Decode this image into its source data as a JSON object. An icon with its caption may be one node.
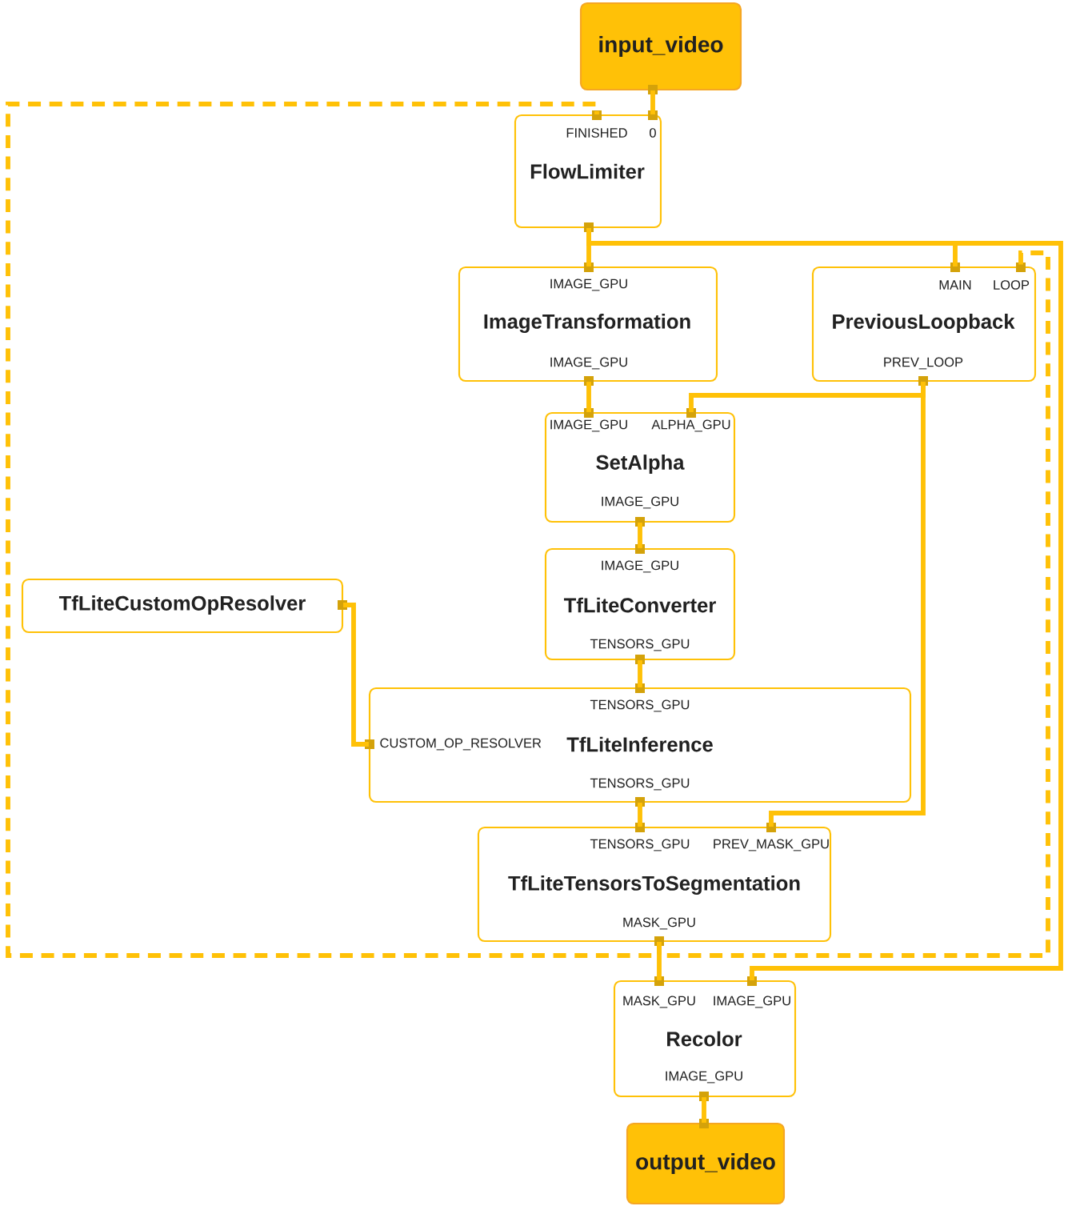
{
  "diagram": {
    "nodes": [
      {
        "text": [
          "input_video"
        ]
      },
      {
        "text": [
          "FINISHED",
          "0",
          "FlowLimiter"
        ]
      },
      {
        "text": [
          "IMAGE_GPU",
          "ImageTransformation",
          "IMAGE_GPU"
        ]
      },
      {
        "text": [
          "MAIN",
          "LOOP",
          "PreviousLoopback",
          "PREV_LOOP"
        ]
      },
      {
        "text": [
          "IMAGE_GPU",
          "ALPHA_GPU",
          "SetAlpha",
          "IMAGE_GPU"
        ]
      },
      {
        "text": [
          "TfLiteCustomOpResolver"
        ]
      },
      {
        "text": [
          "IMAGE_GPU",
          "TfLiteConverter",
          "TENSORS_GPU"
        ]
      },
      {
        "text": [
          "TENSORS_GPU",
          "CUSTOM_OP_RESOLVER",
          "TfLiteInference",
          "TENSORS_GPU"
        ]
      },
      {
        "text": [
          "TENSORS_GPU",
          "PREV_MASK_GPU",
          "TfLiteTensorsToSegmentation",
          "MASK_GPU"
        ]
      },
      {
        "text": [
          "MASK_GPU",
          "IMAGE_GPU",
          "Recolor",
          "IMAGE_GPU"
        ]
      },
      {
        "text": [
          "output_video"
        ]
      }
    ],
    "edges": [
      {
        "from": 0,
        "to": 1,
        "arrow": "none"
      },
      {
        "from": 1,
        "to": 2,
        "arrow": "none"
      },
      {
        "from": 1,
        "to": 3,
        "arrow": "none"
      },
      {
        "from": 1,
        "to": 9,
        "arrow": "none"
      },
      {
        "from": 2,
        "to": 4,
        "arrow": "none"
      },
      {
        "from": 3,
        "to": 4,
        "arrow": "none"
      },
      {
        "from": 3,
        "to": 8,
        "arrow": "none"
      },
      {
        "from": 4,
        "to": 6,
        "arrow": "none"
      },
      {
        "from": 5,
        "to": 7,
        "arrow": "none"
      },
      {
        "from": 6,
        "to": 7,
        "arrow": "none"
      },
      {
        "from": 7,
        "to": 8,
        "arrow": "none"
      },
      {
        "from": 8,
        "to": 1,
        "arrow": "none",
        "style": "dashed"
      },
      {
        "from": 8,
        "to": 3,
        "arrow": "none",
        "style": "dashed"
      },
      {
        "from": 8,
        "to": 9,
        "arrow": "none"
      },
      {
        "from": 9,
        "to": 10,
        "arrow": "none"
      }
    ]
  }
}
